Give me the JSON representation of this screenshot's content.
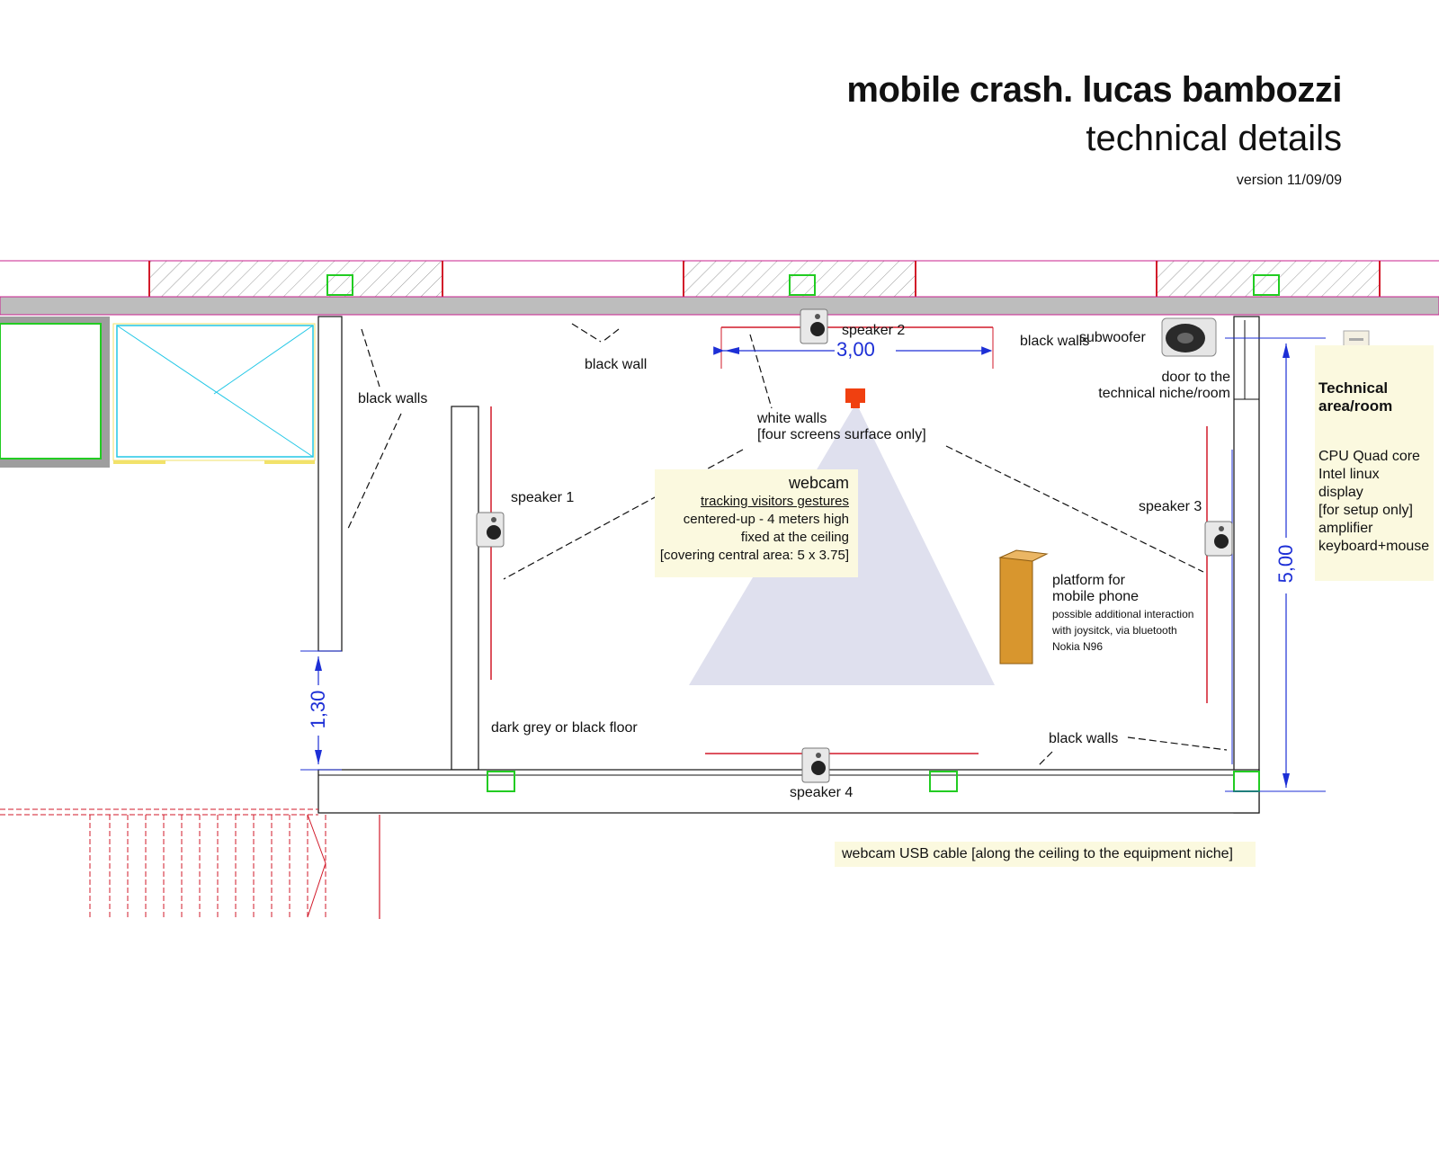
{
  "header": {
    "title": "mobile crash. lucas bambozzi",
    "subtitle": "technical details",
    "version": "version 11/09/09"
  },
  "labels": {
    "black_wall_top": "black wall",
    "black_walls_left": "black walls",
    "black_walls_right": "black walls",
    "black_walls_bottom": "black walls",
    "subwoofer": "subwoofer",
    "door_line1": "door to the",
    "door_line2": "technical niche/room",
    "speaker1": "speaker 1",
    "speaker2": "speaker 2",
    "speaker3": "speaker 3",
    "speaker4": "speaker 4",
    "white_walls_line1": "white walls",
    "white_walls_line2": "[four screens surface only]",
    "floor": "dark grey or black floor",
    "platform_line1": "platform for",
    "platform_line2": "mobile phone",
    "platform_detail1": "possible additional interaction",
    "platform_detail2": "with joysitck, via bluetooth",
    "platform_detail3": "Nokia N96"
  },
  "webcam_note": {
    "title": "webcam",
    "line1": "tracking visitors gestures",
    "line2": "centered-up - 4 meters high",
    "line3": "fixed at the ceiling",
    "line4": "[covering central area: 5 x 3.75]"
  },
  "tech_area": {
    "title_line1": "Technical",
    "title_line2": "area/room",
    "items": [
      "CPU Quad core",
      "Intel linux",
      "display",
      "[for setup only]",
      "amplifier",
      "keyboard+mouse"
    ]
  },
  "cable_note": "webcam USB cable [along the ceiling to the equipment niche]",
  "dimensions": {
    "width_top": "3,00",
    "depth_right": "5,00",
    "gap_left": "1,30"
  },
  "colors": {
    "dimension": "#1d2fd6",
    "magenta_line": "#c8208e",
    "red_line": "#d21a2a",
    "green_marker": "#22cc22",
    "cyan_line": "#22c7e6",
    "webcam_cone": "#dfe0ee",
    "webcam_device": "#f04010",
    "platform": "#d8962e",
    "note_bg": "#fbf9df"
  },
  "icons": {
    "speaker": "speaker-icon",
    "subwoofer": "subwoofer-icon",
    "webcam": "webcam-icon",
    "computer": "computer-icon"
  }
}
